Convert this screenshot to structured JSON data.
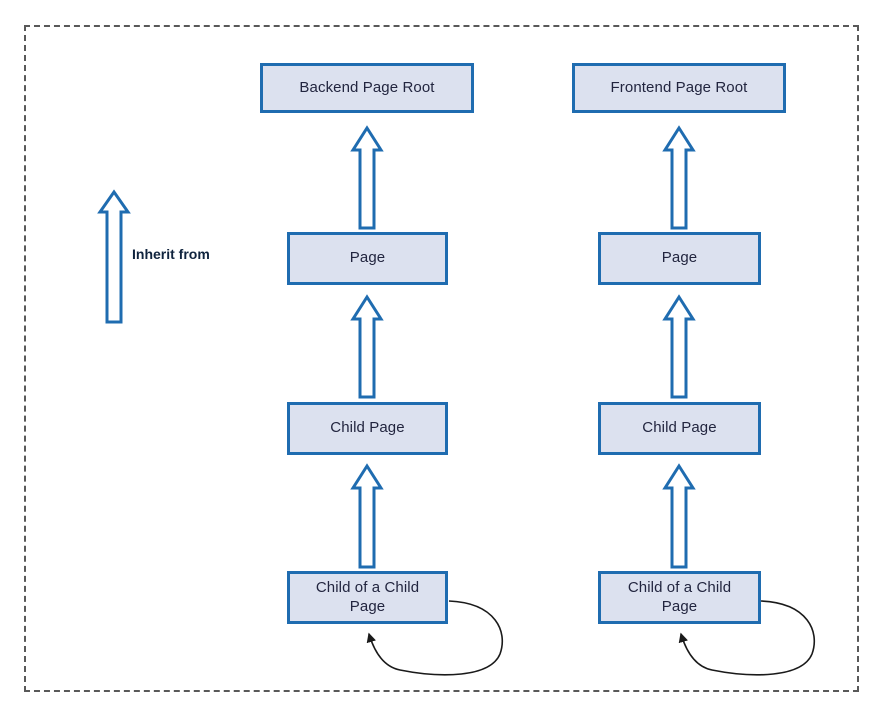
{
  "diagram": {
    "title_text_present": false,
    "frame": {
      "style": "dashed",
      "color": "#595959"
    },
    "colors": {
      "node_fill": "#dce1ef",
      "node_border": "#1f6cb0",
      "node_text": "#22253f",
      "block_arrow_stroke": "#1f6cb0",
      "curve_arrow_stroke": "#1a1a1a",
      "frame_border": "#595959",
      "legend_text": "#10243e"
    },
    "legend": {
      "label": "Inherit from",
      "arrow_name": "hollow-up-arrow"
    },
    "columns": [
      {
        "name": "backend",
        "nodes": [
          {
            "id": "backend-page-root",
            "label": "Backend Page Root"
          },
          {
            "id": "backend-page",
            "label": "Page"
          },
          {
            "id": "backend-child-page",
            "label": "Child Page"
          },
          {
            "id": "backend-child-of-child-page",
            "label": "Child of a Child\nPage"
          }
        ],
        "self_reference": true
      },
      {
        "name": "frontend",
        "nodes": [
          {
            "id": "frontend-page-root",
            "label": "Frontend Page Root"
          },
          {
            "id": "frontend-page",
            "label": "Page"
          },
          {
            "id": "frontend-child-page",
            "label": "Child Page"
          },
          {
            "id": "frontend-child-of-child-page",
            "label": "Child of a Child\nPage"
          }
        ],
        "self_reference": true
      }
    ]
  }
}
